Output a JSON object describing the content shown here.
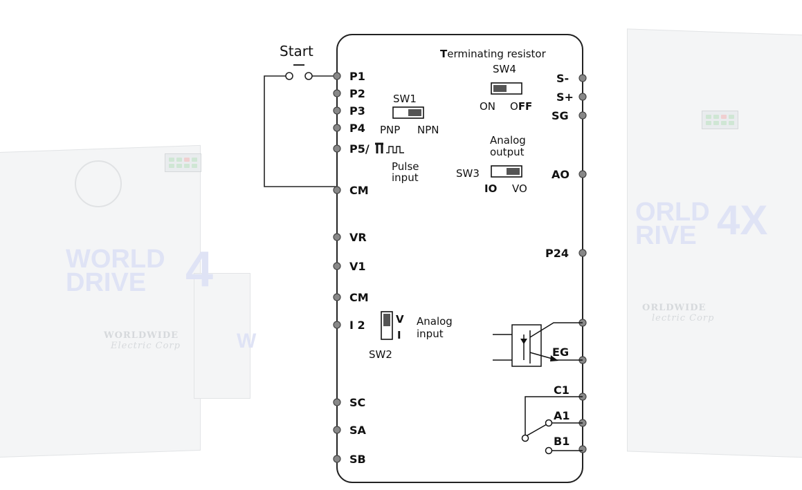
{
  "diagram": {
    "start_label": "Start",
    "terminating_resistor": {
      "first_letter": "T",
      "rest": "erminating resistor"
    },
    "left_terminals": {
      "p1": "P1",
      "p2": "P2",
      "p3": "P3",
      "p4": "P4",
      "p5": "P5/",
      "cm1": "CM",
      "vr": "VR",
      "v1": "V1",
      "cm2": "CM",
      "i2": "I 2",
      "sc": "SC",
      "sa": "SA",
      "sb": "SB"
    },
    "right_terminals": {
      "s_minus": "S-",
      "s_plus": "S+",
      "sg": "SG",
      "ao": "AO",
      "p24": "P24",
      "eg_first": "E",
      "eg_rest": "G",
      "c1": "C1",
      "a1": "A1",
      "b1": "B1"
    },
    "sw1": {
      "name": "SW1",
      "left": "PNP",
      "right": "NPN"
    },
    "sw2": {
      "name": "SW2",
      "top": "V",
      "bottom": "I",
      "caption_line1": "Analog",
      "caption_line2": "input"
    },
    "sw3": {
      "name": "SW3",
      "left": "IO",
      "right": "VO",
      "caption_line1": "Analog",
      "caption_line2": "output"
    },
    "sw4": {
      "name": "SW4",
      "left": "ON",
      "right_o": "O",
      "right_ff": "FF"
    },
    "pulse_input": {
      "line1": "Pulse",
      "line2": "input"
    }
  },
  "background": {
    "left_logo_line1": "WORLD",
    "left_logo_line2": "DRIVE",
    "left_logo_suffix": "4",
    "left_seal": "WORLDWIDE",
    "left_seal2": "Electric Corp",
    "side_logo_letter": "W",
    "right_logo_line1": "ORLD",
    "right_logo_line2": "RIVE",
    "right_logo_suffix": "4X",
    "right_seal": "ORLDWIDE",
    "right_seal2": "lectric Corp"
  }
}
